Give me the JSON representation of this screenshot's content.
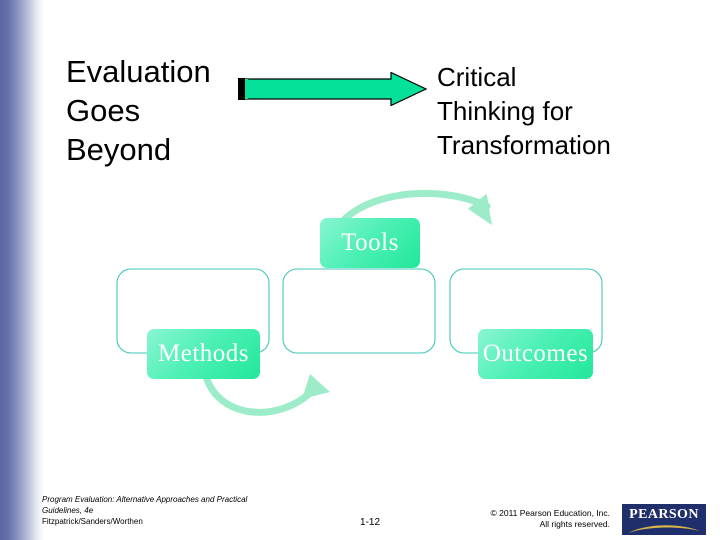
{
  "slide": {
    "title_left": "Evaluation\nGoes\nBeyond",
    "title_right": "Critical\nThinking for\nTransformation"
  },
  "diagram": {
    "nodes": [
      {
        "id": "methods",
        "label": "Methods"
      },
      {
        "id": "tools",
        "label": "Tools"
      },
      {
        "id": "outcomes",
        "label": "Outcomes"
      }
    ],
    "flow_order": [
      "Methods",
      "Tools",
      "Outcomes"
    ],
    "colors": {
      "node_fill_light": "#8af5d2",
      "node_fill_dark": "#22e79a",
      "node_text": "#ffffff",
      "container_stroke": "#3ec8b6",
      "curved_arrow": "#9cecc9",
      "big_arrow_fill": "#05e09a",
      "big_arrow_stroke": "#000000",
      "edge_band": "#5c66a4",
      "pearson_navy": "#1f2f6b",
      "pearson_gold": "#d8b64a"
    }
  },
  "footer": {
    "citation": "Program Evaluation: Alternative Approaches and Practical\nGuidelines, 4e",
    "authors": "Fitzpatrick/Sanders/Worthen",
    "page_number": "1-12",
    "copyright": "© 2011 Pearson Education, Inc.\nAll rights reserved.",
    "logo_text": "PEARSON"
  }
}
